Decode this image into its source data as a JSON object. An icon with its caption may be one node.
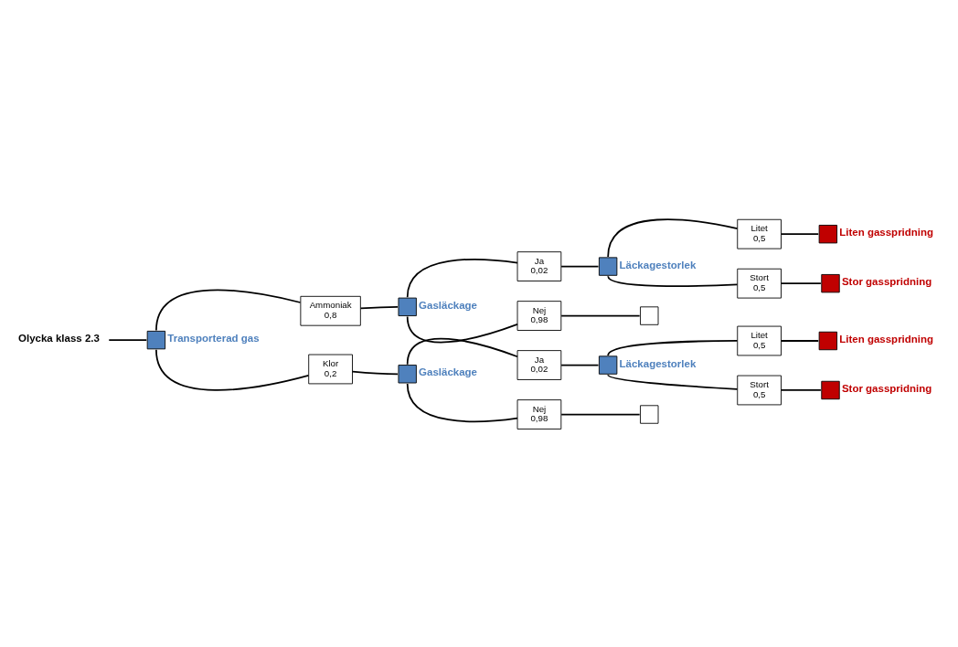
{
  "diagram": {
    "nodes": [
      {
        "text": [
          "Olycka klass 2.3"
        ]
      },
      {
        "text": [],
        "shape": "box",
        "beside": [
          "Transporterad gas"
        ]
      },
      {
        "text": [
          "Ammoniak",
          "0,8"
        ]
      },
      {
        "text": [],
        "shape": "box",
        "beside": [
          "Gasläckage"
        ]
      },
      {
        "text": [
          "Ja",
          "0,02"
        ]
      },
      {
        "text": [],
        "shape": "box",
        "beside": [
          "Läckagestorlek"
        ]
      },
      {
        "text": [
          "Litet",
          "0,5"
        ]
      },
      {
        "text": [],
        "shape": "box",
        "beside": [
          "Liten gasspridning"
        ]
      },
      {
        "text": [
          "Stort",
          "0,5"
        ]
      },
      {
        "text": [],
        "shape": "box",
        "beside": [
          "Stor gasspridning"
        ]
      },
      {
        "text": [
          "Nej",
          "0,98"
        ]
      },
      {
        "text": [],
        "shape": "box"
      },
      {
        "text": [
          "Klor",
          "0,2"
        ]
      },
      {
        "text": [],
        "shape": "box",
        "beside": [
          "Gasläckage"
        ]
      },
      {
        "text": [
          "Ja",
          "0,02"
        ]
      },
      {
        "text": [],
        "shape": "box",
        "beside": [
          "Läckagestorlek"
        ]
      },
      {
        "text": [
          "Litet",
          "0,5"
        ]
      },
      {
        "text": [],
        "shape": "box",
        "beside": [
          "Liten gasspridning"
        ]
      },
      {
        "text": [
          "Stort",
          "0,5"
        ]
      },
      {
        "text": [],
        "shape": "box",
        "beside": [
          "Stor gasspridning"
        ]
      },
      {
        "text": [
          "Nej",
          "0,98"
        ]
      },
      {
        "text": [],
        "shape": "box"
      }
    ],
    "edges": [
      {
        "from": 0,
        "to": 1,
        "arrow": "none"
      },
      {
        "from": 1,
        "to": 2,
        "arrow": "none"
      },
      {
        "from": 2,
        "to": 3,
        "arrow": "none"
      },
      {
        "from": 3,
        "to": 4,
        "arrow": "none"
      },
      {
        "from": 4,
        "to": 5,
        "arrow": "none"
      },
      {
        "from": 5,
        "to": 6,
        "arrow": "none"
      },
      {
        "from": 6,
        "to": 7,
        "arrow": "none"
      },
      {
        "from": 5,
        "to": 8,
        "arrow": "none"
      },
      {
        "from": 8,
        "to": 9,
        "arrow": "none"
      },
      {
        "from": 3,
        "to": 10,
        "arrow": "none"
      },
      {
        "from": 10,
        "to": 11,
        "arrow": "none"
      },
      {
        "from": 1,
        "to": 12,
        "arrow": "none"
      },
      {
        "from": 12,
        "to": 13,
        "arrow": "none"
      },
      {
        "from": 13,
        "to": 14,
        "arrow": "none"
      },
      {
        "from": 14,
        "to": 15,
        "arrow": "none"
      },
      {
        "from": 15,
        "to": 16,
        "arrow": "none"
      },
      {
        "from": 16,
        "to": 17,
        "arrow": "none"
      },
      {
        "from": 15,
        "to": 18,
        "arrow": "none"
      },
      {
        "from": 18,
        "to": 19,
        "arrow": "none"
      },
      {
        "from": 13,
        "to": 20,
        "arrow": "none"
      },
      {
        "from": 20,
        "to": 21,
        "arrow": "none"
      }
    ]
  }
}
